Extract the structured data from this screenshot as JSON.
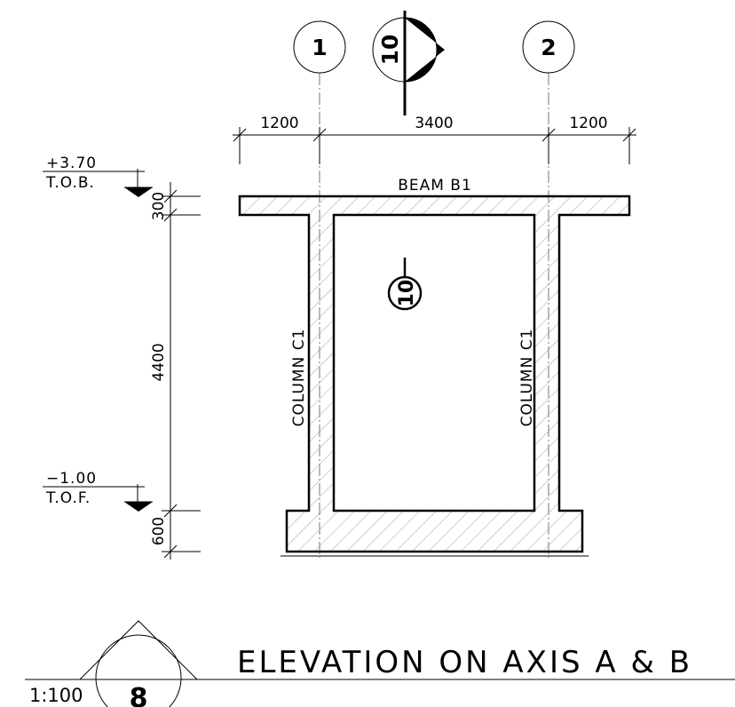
{
  "grid_axes": [
    {
      "label": "1"
    },
    {
      "label": "2"
    }
  ],
  "section_marker": {
    "label": "10"
  },
  "section_callout": {
    "label": "10"
  },
  "dimensions": {
    "left_overhang": "1200",
    "span": "3400",
    "right_overhang": "1200",
    "beam_depth": "300",
    "column_height": "4400",
    "footing_depth": "600"
  },
  "levels": {
    "top": {
      "value": "+3.70",
      "name": "T.O.B."
    },
    "bottom": {
      "value": "−1.00",
      "name": "T.O.F."
    }
  },
  "members": {
    "beam": "BEAM  B1",
    "column_left": "COLUMN  C1",
    "column_right": "COLUMN  C1"
  },
  "title_block": {
    "title": "ELEVATION  ON  AXIS  A  &  B",
    "scale": "1:100",
    "sheet_ref": "8"
  }
}
